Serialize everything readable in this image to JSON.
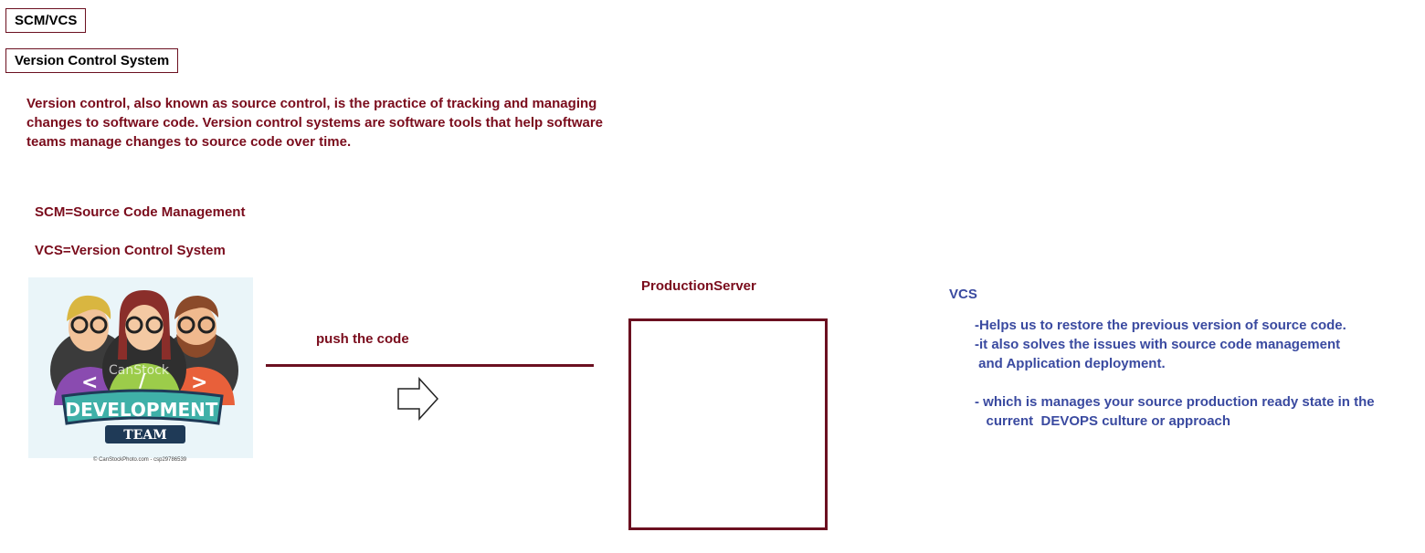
{
  "titles": {
    "scm_vcs": "SCM/VCS",
    "version_control_system": "Version Control System"
  },
  "intro": {
    "lines": [
      "Version control, also known as source control, is the practice of tracking and managing",
      "changes to software code. Version control systems are software tools that help software",
      "teams manage changes to source code over time."
    ]
  },
  "definitions": {
    "scm": "SCM=Source Code Management",
    "vcs": "VCS=Version Control System"
  },
  "image": {
    "badge_text": "DEVELOPMENT",
    "badge_subtext": "TEAM",
    "watermark": "CanStock",
    "credit": "© CanStockPhoto.com - csp29786539"
  },
  "flow": {
    "push_label": "push the code",
    "arrow_icon": "right-arrow-icon",
    "server_label": "ProductionServer"
  },
  "vcs_notes": {
    "heading": "VCS",
    "lines": [
      "-Helps us to restore the previous version of source code.",
      "-it also solves the issues with source code management",
      " and Application deployment.",
      "",
      "- which is manages your source production ready state in the",
      "   current  DEVOPS culture or approach"
    ]
  },
  "colors": {
    "maroon": "#7a0c1c",
    "blue": "#3a4aa0",
    "border": "#6b1020"
  }
}
